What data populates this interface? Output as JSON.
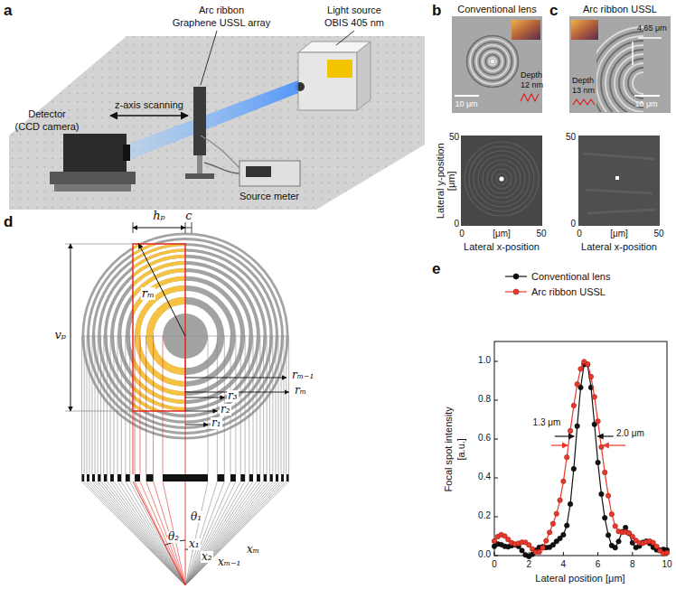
{
  "diagram": {
    "labels": [
      "a",
      "Arc ribbon",
      "Graphene USSL array",
      "Light source",
      "OBIS 405 nm",
      "z-axis scanning",
      "Detector",
      "(CCD camera)",
      "Source meter",
      "b",
      "Conventional lens",
      "10 μm",
      "Depth",
      "12 nm",
      "Lateral y-position",
      "[μm]",
      "50",
      "0",
      "0",
      "50",
      "[μm]",
      "Lateral x-position",
      "c",
      "Arc ribbon USSL",
      "4.65 μm",
      "Depth",
      "13 nm",
      "10 μm",
      "50",
      "0",
      "0",
      "50",
      "[μm]",
      "Lateral x-position",
      "d",
      "hₚ",
      "c",
      "vₚ",
      "rₘ",
      "rₘ₋₁",
      "rₘ",
      "r₃",
      "r₂",
      "r₁",
      "θ₁",
      "θ₂",
      "x₁",
      "x₂",
      "xₘ₋₁",
      "xₘ",
      "e",
      "Focal spot intensity",
      "[a.u.]",
      "1.0",
      "0.8",
      "0.6",
      "0.4",
      "0.2",
      "0.0",
      "0",
      "2",
      "4",
      "6",
      "8",
      "10",
      "Lateral position [μm]",
      "1.3 μm",
      "2.0 μm"
    ],
    "legend": [
      {
        "text": "Conventional lens"
      },
      {
        "text": "Arc ribbon USSL"
      }
    ]
  }
}
